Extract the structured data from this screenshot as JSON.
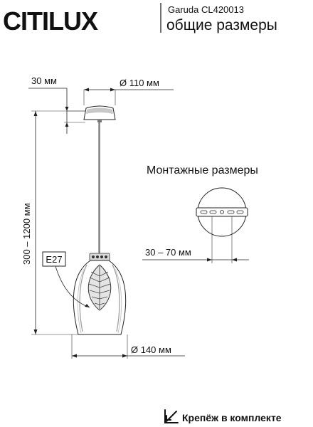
{
  "brand": {
    "name": "CITILUX"
  },
  "header": {
    "model": "Garuda CL420013",
    "subtitle": "общие размеры"
  },
  "dimensions": {
    "canopy_height": "30 мм",
    "canopy_diameter": "Ø 110 мм",
    "cable_length": "300 – 1200 мм",
    "shade_diameter": "Ø 140 мм",
    "mounting_range": "30 – 70 мм"
  },
  "socket": {
    "type": "E27"
  },
  "mounting": {
    "title": "Монтажные размеры"
  },
  "footer": {
    "note": "Крепёж в комплекте",
    "icon": "mounting-arrow-icon"
  }
}
